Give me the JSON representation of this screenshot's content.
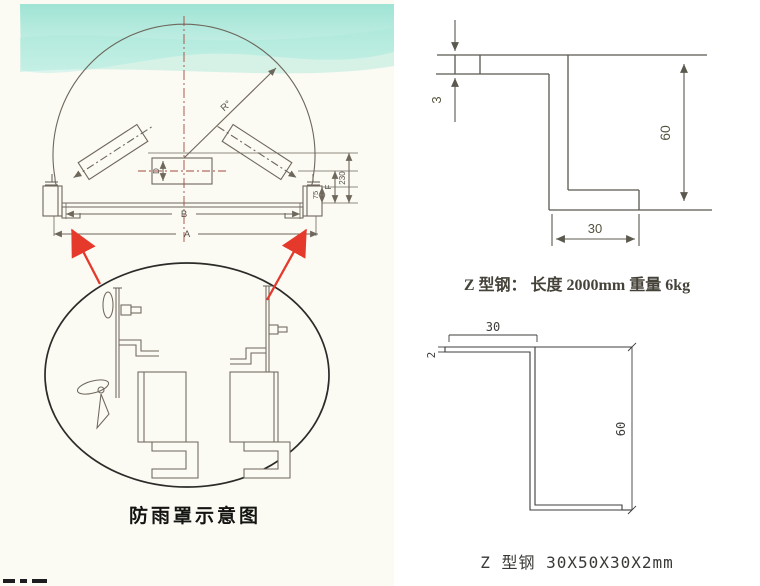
{
  "colors": {
    "paper": "#fbfaf3",
    "line": "#6e675c",
    "centerline_red": "#a3493f",
    "arrow_red": "#e5392b",
    "cad_line_top": "#5b584e",
    "cad_line_bottom": "#3e3d3a",
    "wave_teal": "#8ee0cf",
    "ellipse_outline": "#2b2b28"
  },
  "rain_cover_diagram": {
    "caption": "防雨罩示意图",
    "labels": {
      "radius": "R°",
      "width_inner": "B",
      "width_outer": "A",
      "roller_diameter": "D",
      "height_overall": "230",
      "height_f": "F",
      "height_lower": "75"
    }
  },
  "z_steel_top": {
    "labels": {
      "thickness": "3",
      "height": "60",
      "flange_width": "30"
    },
    "caption": "Z 型钢： 长度 2000mm 重量 6kg"
  },
  "z_steel_bottom": {
    "labels": {
      "flange_width": "30",
      "thickness": "2",
      "height": "60"
    },
    "caption": "Z 型钢  30X50X30X2mm"
  }
}
